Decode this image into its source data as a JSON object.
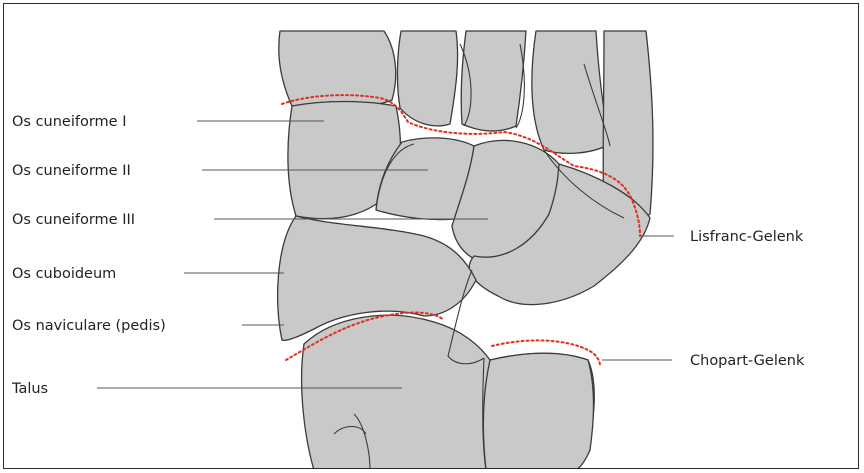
{
  "colors": {
    "bone_fill": "#c9c9c9",
    "bone_outline": "#3a3a3a",
    "joint_line": "#e0301e",
    "leader_line": "#555555",
    "text": "#222222"
  },
  "labels": {
    "cuneiforme_1": "Os cuneiforme I",
    "cuneiforme_2": "Os cuneiforme II",
    "cuneiforme_3": "Os cuneiforme III",
    "cuboideum": "Os cuboideum",
    "naviculare": "Os naviculare (pedis)",
    "talus": "Talus",
    "lisfranc": "Lisfranc-Gelenk",
    "chopart": "Chopart-Gelenk"
  }
}
